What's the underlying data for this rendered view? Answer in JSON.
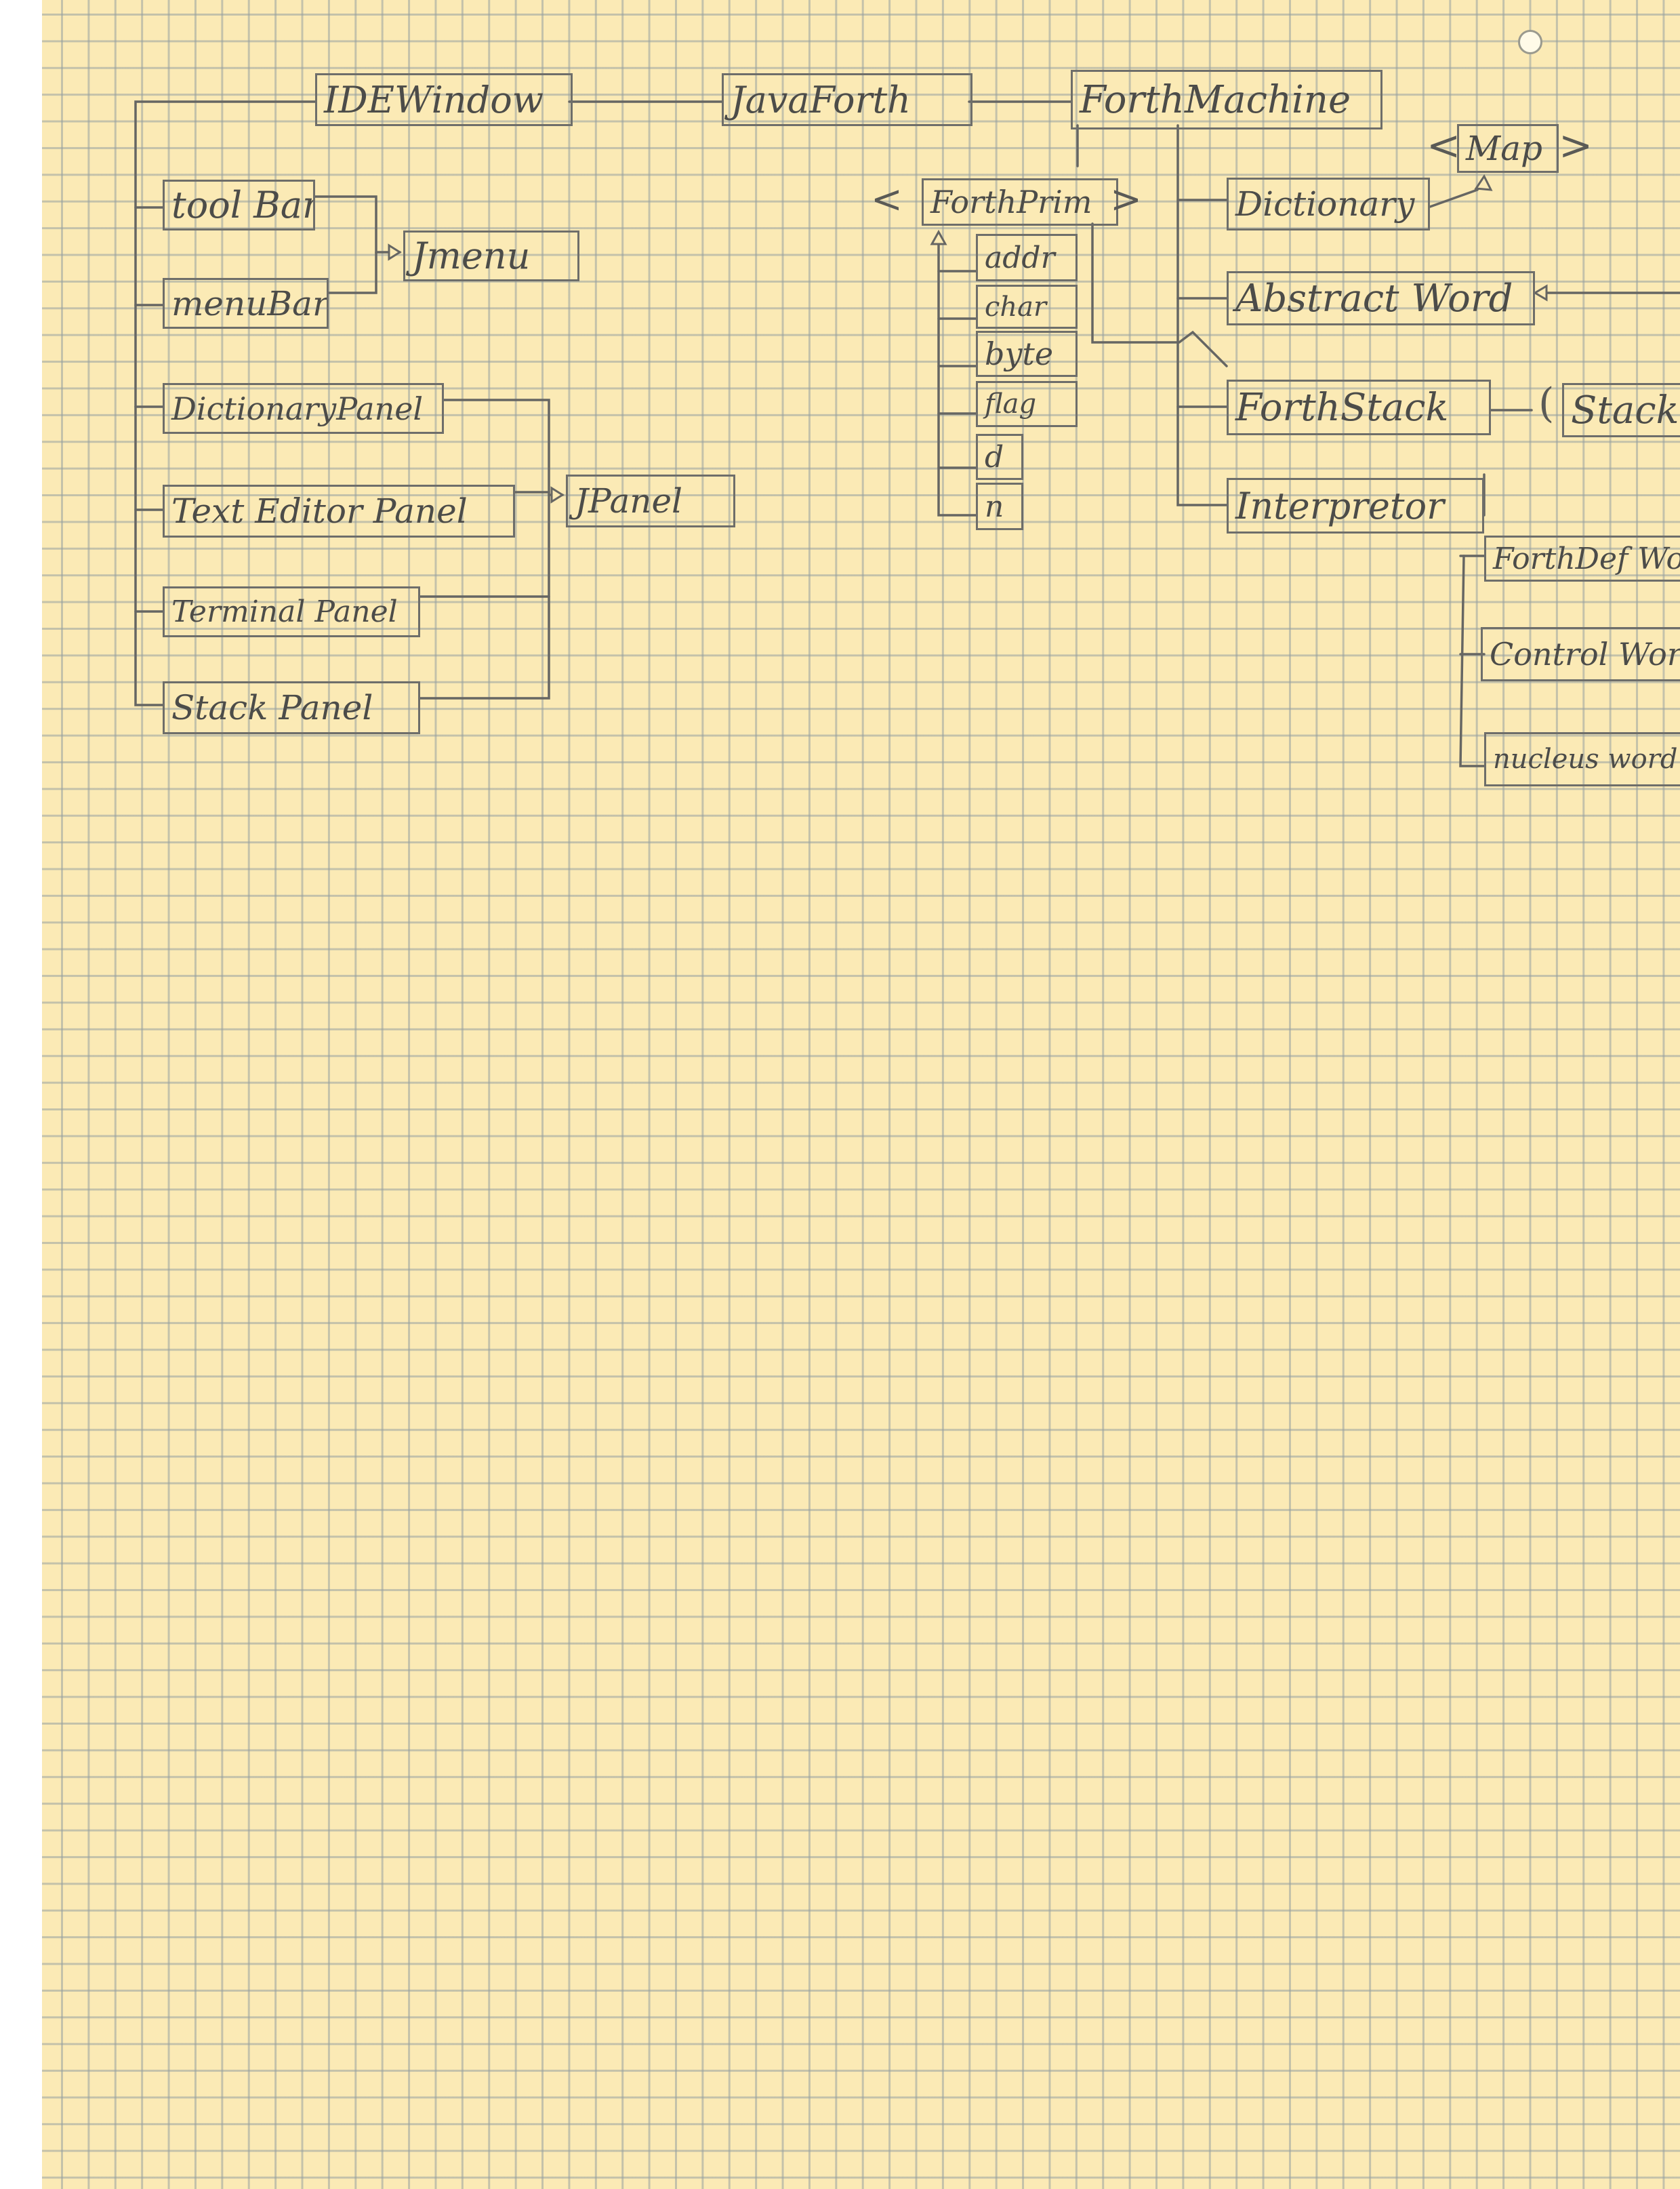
{
  "diagram": {
    "top_row": {
      "ide_window": "IDEWindow",
      "java_forth": "JavaForth",
      "forth_machine": "ForthMachine"
    },
    "ui_classes": {
      "tool_bar": "tool Bar",
      "menu_bar": "menuBar",
      "jmenu": "Jmenu",
      "dictionary_panel": "DictionaryPanel",
      "text_editor_panel": "Text Editor Panel",
      "jpanel": "JPanel",
      "terminal_panel": "Terminal Panel",
      "stack_panel": "Stack Panel"
    },
    "primitives": {
      "forth_prim": "ForthPrim",
      "items": [
        "addr",
        "char",
        "byte",
        "flag",
        "d",
        "n"
      ]
    },
    "machine_parts": {
      "map": "Map",
      "dictionary": "Dictionary",
      "abstract_word": "Abstract Word",
      "forth_stack": "ForthStack",
      "stack": "Stack",
      "interpretor": "Interpretor",
      "forth_def_word": "ForthDef Wor",
      "control_word": "Control Word",
      "nucleus_word": "nucleus word"
    }
  }
}
